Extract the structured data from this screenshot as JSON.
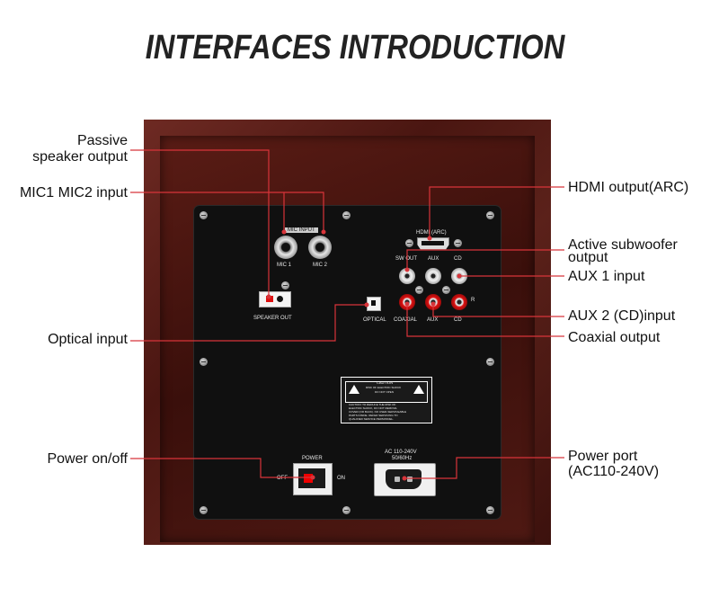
{
  "title": "INTERFACES INTRODUCTION",
  "callouts": {
    "passive_line1": "Passive",
    "passive_line2": "speaker output",
    "mic": "MIC1 MIC2 input",
    "optical": "Optical input",
    "power_switch": "Power on/off",
    "hdmi": "HDMI output(ARC)",
    "subwoofer_line1": "Active subwoofer",
    "subwoofer_line2": "output",
    "aux1": "AUX 1 input",
    "aux2": "AUX 2 (CD)input",
    "coaxial": "Coaxial output",
    "power_port_line1": "Power port",
    "power_port_line2": "(AC110-240V)"
  },
  "panel_labels": {
    "mic_input": "MIC INPUT",
    "mic1": "MIC 1",
    "mic2": "MIC 2",
    "speaker_out": "SPEAKER OUT",
    "hdmi_arc": "HDMI (ARC)",
    "sw_out": "SW OUT",
    "aux": "AUX",
    "cd": "CD",
    "r": "R",
    "optical": "OPTICAL",
    "coaxial": "COAXIAL",
    "aux_bottom": "AUX",
    "cd_bottom": "CD",
    "caution_title": "CAUTION",
    "caution_sub1": "RISK OF ELECTRIC SHOCK",
    "caution_sub2": "DO NOT OPEN",
    "caution_text1": "CAUTION: TO REDUCE THE RISK OF",
    "caution_text2": "ELECTRIC SHOCK, DO NOT REMOVE",
    "caution_text3": "COVER (OR BACK). NO USER-SERVICEABLE",
    "caution_text4": "PARTS INSIDE. REFER SERVICING TO",
    "caution_text5": "QUALIFIED SERVICE PERSONNEL.",
    "power": "POWER",
    "off": "OFF",
    "on": "ON",
    "ac_line1": "AC 110-240V",
    "ac_line2": "50/60Hz"
  },
  "colors": {
    "callout_line": "#d8343a",
    "wood": "#5b211a",
    "plate": "#101010"
  }
}
